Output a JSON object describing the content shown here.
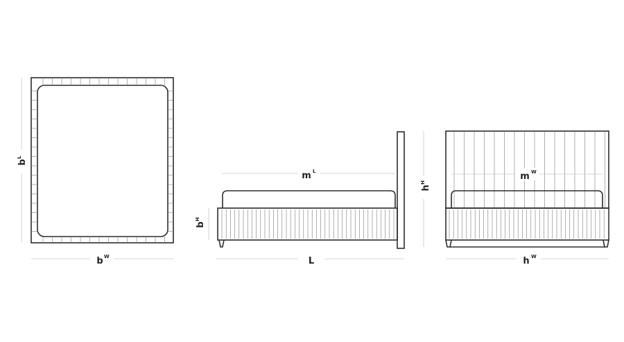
{
  "labels": {
    "top_view": {
      "width_base": "b",
      "width_sup": "W",
      "length_base": "b",
      "length_sup": "L"
    },
    "side_view": {
      "mattress_base": "m",
      "mattress_sup": "L",
      "height_base": "b",
      "height_sup": "H",
      "length": "L"
    },
    "front_view": {
      "mattress_base": "m",
      "mattress_sup": "W",
      "height_base": "h",
      "height_sup": "H",
      "width_base": "h",
      "width_sup": "W"
    }
  },
  "colors": {
    "outline": "#2b2b2b",
    "dimension_line": "#c8c8c8",
    "background": "#ffffff"
  }
}
